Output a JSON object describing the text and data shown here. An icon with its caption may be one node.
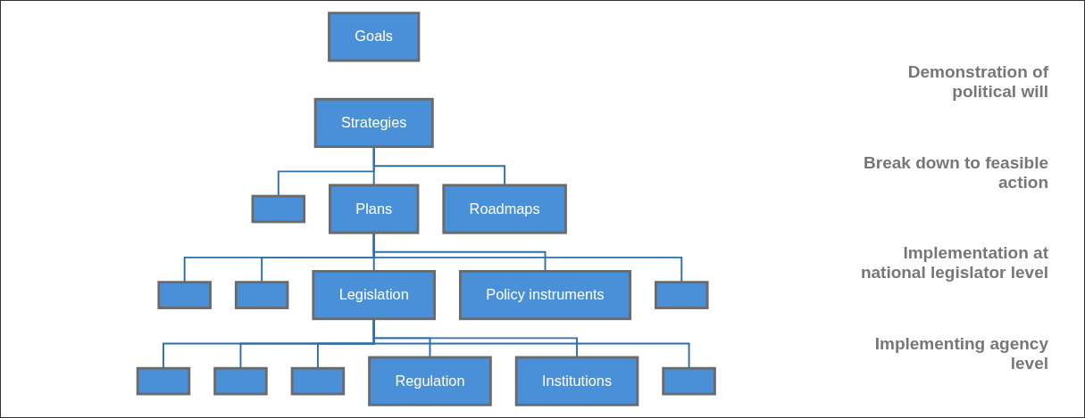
{
  "diagram": {
    "nodes": [
      {
        "text": [
          "Goals"
        ]
      },
      {
        "text": [
          "Strategies"
        ]
      },
      {
        "text": [],
        "shape": "box"
      },
      {
        "text": [
          "Plans"
        ]
      },
      {
        "text": [
          "Roadmaps"
        ]
      },
      {
        "text": [],
        "shape": "box"
      },
      {
        "text": [],
        "shape": "box"
      },
      {
        "text": [
          "Legislation"
        ]
      },
      {
        "text": [
          "Policy instruments"
        ]
      },
      {
        "text": [],
        "shape": "box"
      },
      {
        "text": [],
        "shape": "box"
      },
      {
        "text": [],
        "shape": "box"
      },
      {
        "text": [],
        "shape": "box"
      },
      {
        "text": [
          "Regulation"
        ]
      },
      {
        "text": [
          "Institutions"
        ]
      },
      {
        "text": [],
        "shape": "box"
      }
    ],
    "edges": [
      {
        "from": 1,
        "to": 2,
        "arrow": "none"
      },
      {
        "from": 1,
        "to": 3,
        "arrow": "none"
      },
      {
        "from": 1,
        "to": 4,
        "arrow": "none"
      },
      {
        "from": 3,
        "to": 5,
        "arrow": "none"
      },
      {
        "from": 3,
        "to": 6,
        "arrow": "none"
      },
      {
        "from": 3,
        "to": 7,
        "arrow": "none"
      },
      {
        "from": 3,
        "to": 8,
        "arrow": "none"
      },
      {
        "from": 3,
        "to": 9,
        "arrow": "none"
      },
      {
        "from": 7,
        "to": 10,
        "arrow": "none"
      },
      {
        "from": 7,
        "to": 11,
        "arrow": "none"
      },
      {
        "from": 7,
        "to": 12,
        "arrow": "none"
      },
      {
        "from": 7,
        "to": 13,
        "arrow": "none"
      },
      {
        "from": 7,
        "to": 14,
        "arrow": "none"
      },
      {
        "from": 7,
        "to": 15,
        "arrow": "none"
      }
    ],
    "labels": [
      "Demonstration of political will",
      "Break down to feasible action",
      "Implementation at national legislator level",
      "Implementing agency level"
    ]
  }
}
